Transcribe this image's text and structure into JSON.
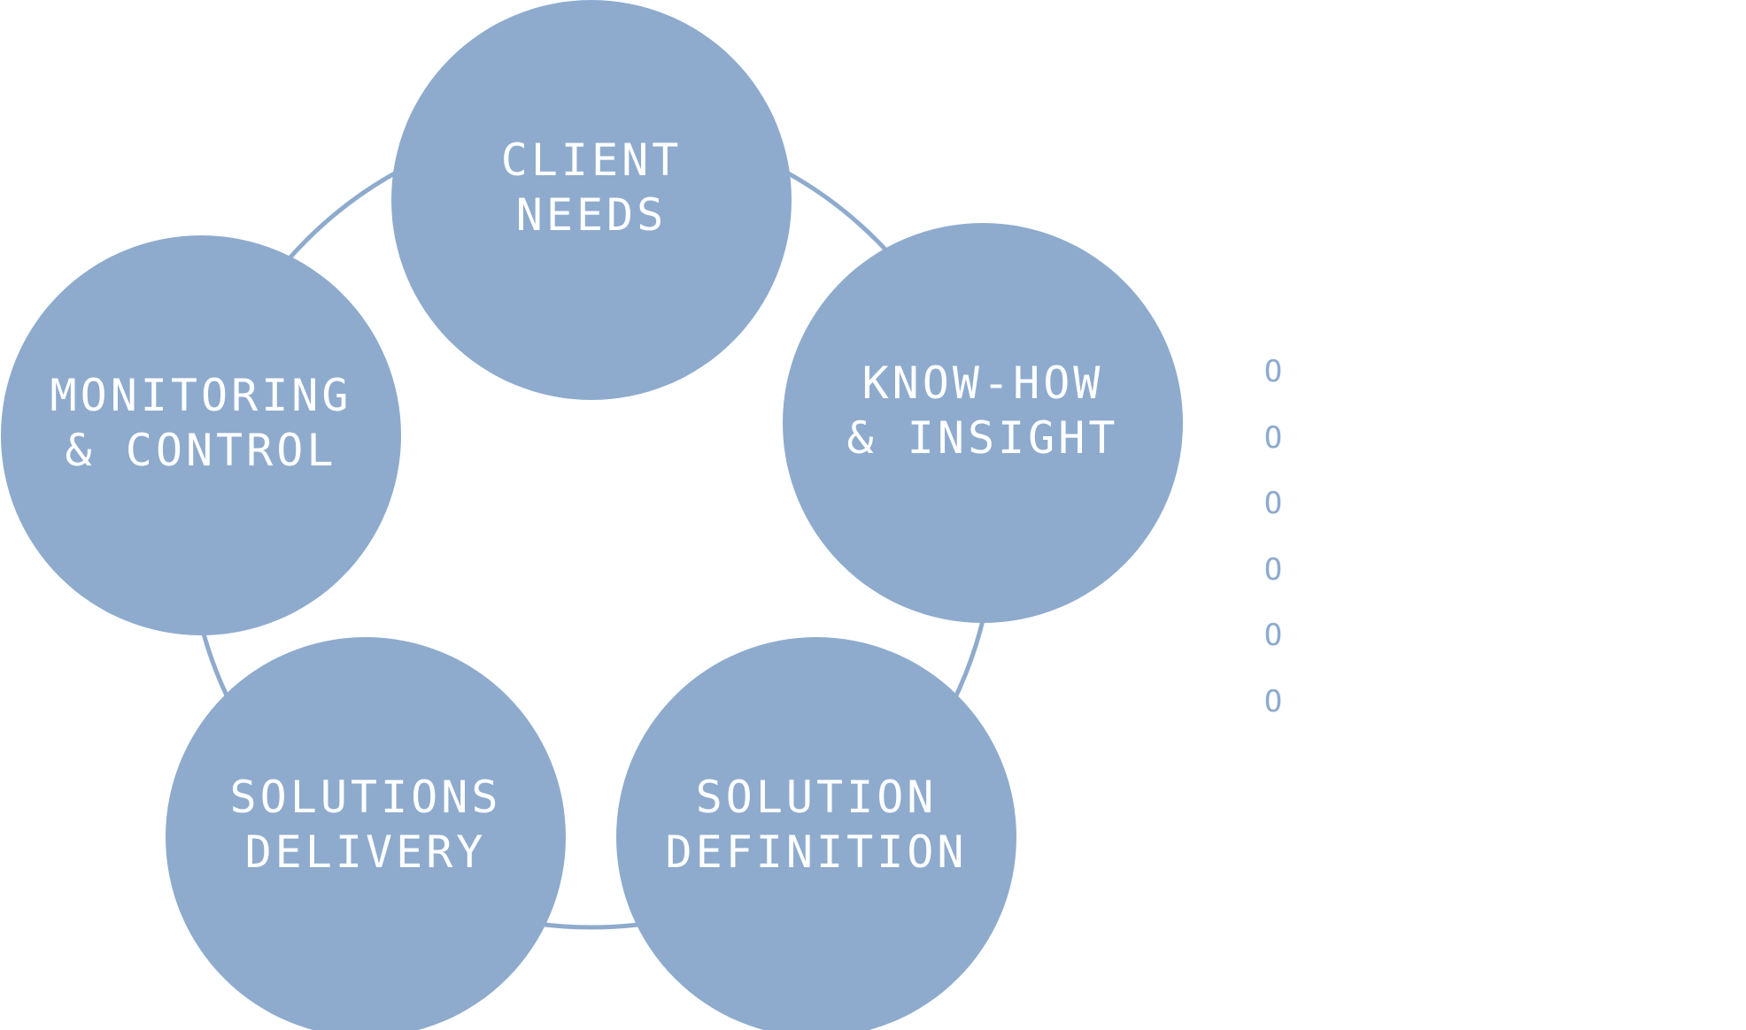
{
  "colors": {
    "node_fill": "#8eabcd",
    "ring_stroke": "#8eabcd",
    "label_text": "#ffffff",
    "background": "#ffffff"
  },
  "nodes": [
    {
      "id": "client-needs",
      "lines": [
        "CLIENT",
        "NEEDS"
      ]
    },
    {
      "id": "know-how-insight",
      "lines": [
        "KNOW-HOW",
        "& INSIGHT"
      ]
    },
    {
      "id": "solution-definition",
      "lines": [
        "SOLUTION",
        "DEFINITION"
      ]
    },
    {
      "id": "solutions-delivery",
      "lines": [
        "SOLUTIONS",
        "DELIVERY"
      ]
    },
    {
      "id": "monitoring-control",
      "lines": [
        "MONITORING",
        "& CONTROL"
      ]
    }
  ],
  "side_markers": [
    "O",
    "O",
    "O",
    "O",
    "O",
    "O"
  ]
}
